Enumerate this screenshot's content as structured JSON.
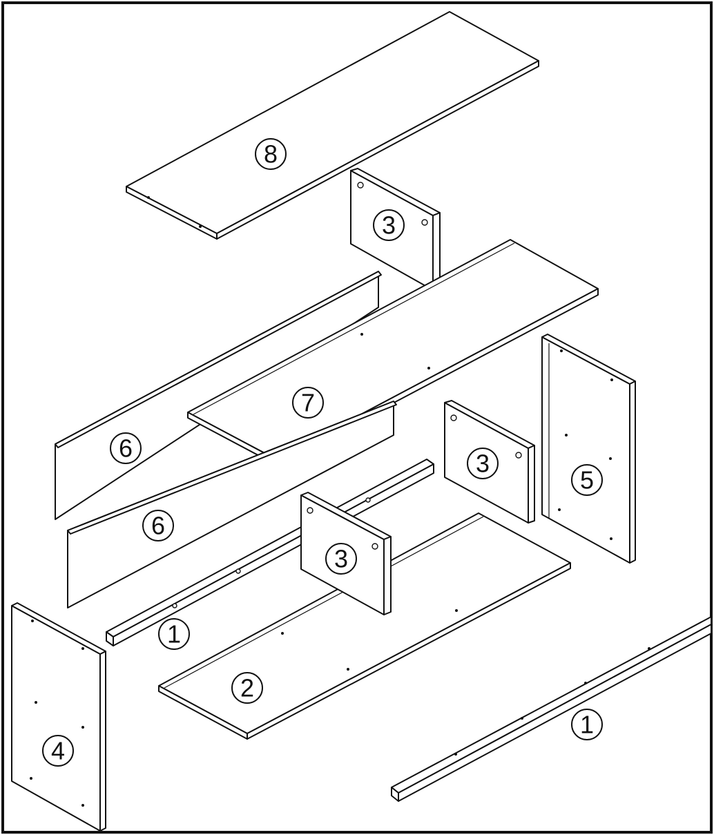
{
  "diagram": {
    "border_color": "#111111",
    "background": "#ffffff",
    "part_labels": [
      "8",
      "3",
      "7",
      "6",
      "6",
      "3",
      "5",
      "3",
      "1",
      "2",
      "4",
      "1"
    ]
  }
}
